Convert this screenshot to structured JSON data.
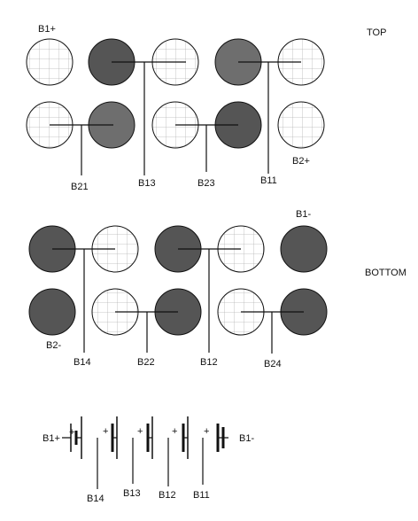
{
  "colors": {
    "cell_dark": "#555555",
    "cell_mid": "#6e6e6e",
    "cell_empty_fill": "#ffffff",
    "grid_line": "#b5b5b5",
    "wire": "#111111"
  },
  "sections": {
    "top": "TOP",
    "bottom": "BOTTOM"
  },
  "top_view": {
    "terminal_pos": "B1+",
    "terminal_b2_pos": "B2+",
    "links": {
      "b21": "B21",
      "b13": "B13",
      "b23": "B23",
      "b11": "B11"
    }
  },
  "bottom_view": {
    "terminal_neg": "B1-",
    "terminal_b2_neg": "B2-",
    "links": {
      "b14": "B14",
      "b22": "B22",
      "b12": "B12",
      "b24": "B24"
    }
  },
  "schematic": {
    "left_terminal": "B1+",
    "right_terminal": "B1-",
    "plus_sign": "+",
    "taps": [
      "B14",
      "B13",
      "B12",
      "B11"
    ]
  }
}
